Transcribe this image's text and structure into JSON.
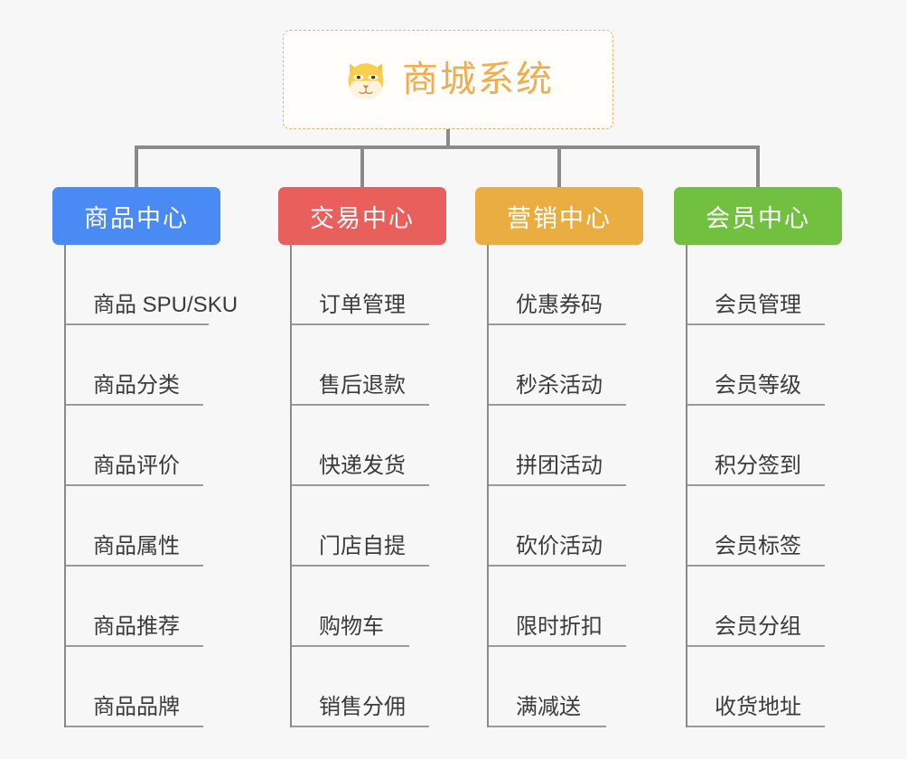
{
  "page": {
    "background_color": "#f7f7f7",
    "type": "mindmap"
  },
  "root": {
    "title": "商城系统",
    "icon": "dog-face-emoji",
    "text_color": "#f0ad4e",
    "border_color": "#e8b45c",
    "background_color": "#fffefb"
  },
  "branches": [
    {
      "label": "商品中心",
      "color": "#4a8af4",
      "items": [
        "商品 SPU/SKU",
        "商品分类",
        "商品评价",
        "商品属性",
        "商品推荐",
        "商品品牌"
      ]
    },
    {
      "label": "交易中心",
      "color": "#e95f5c",
      "items": [
        "订单管理",
        "售后退款",
        "快递发货",
        "门店自提",
        "购物车",
        "销售分佣"
      ]
    },
    {
      "label": "营销中心",
      "color": "#eaad42",
      "items": [
        "优惠券码",
        "秒杀活动",
        "拼团活动",
        "砍价活动",
        "限时折扣",
        "满减送"
      ]
    },
    {
      "label": "会员中心",
      "color": "#72c040",
      "items": [
        "会员管理",
        "会员等级",
        "积分签到",
        "会员标签",
        "会员分组",
        "收货地址"
      ]
    }
  ],
  "connector": {
    "color": "#8a8a8a"
  }
}
